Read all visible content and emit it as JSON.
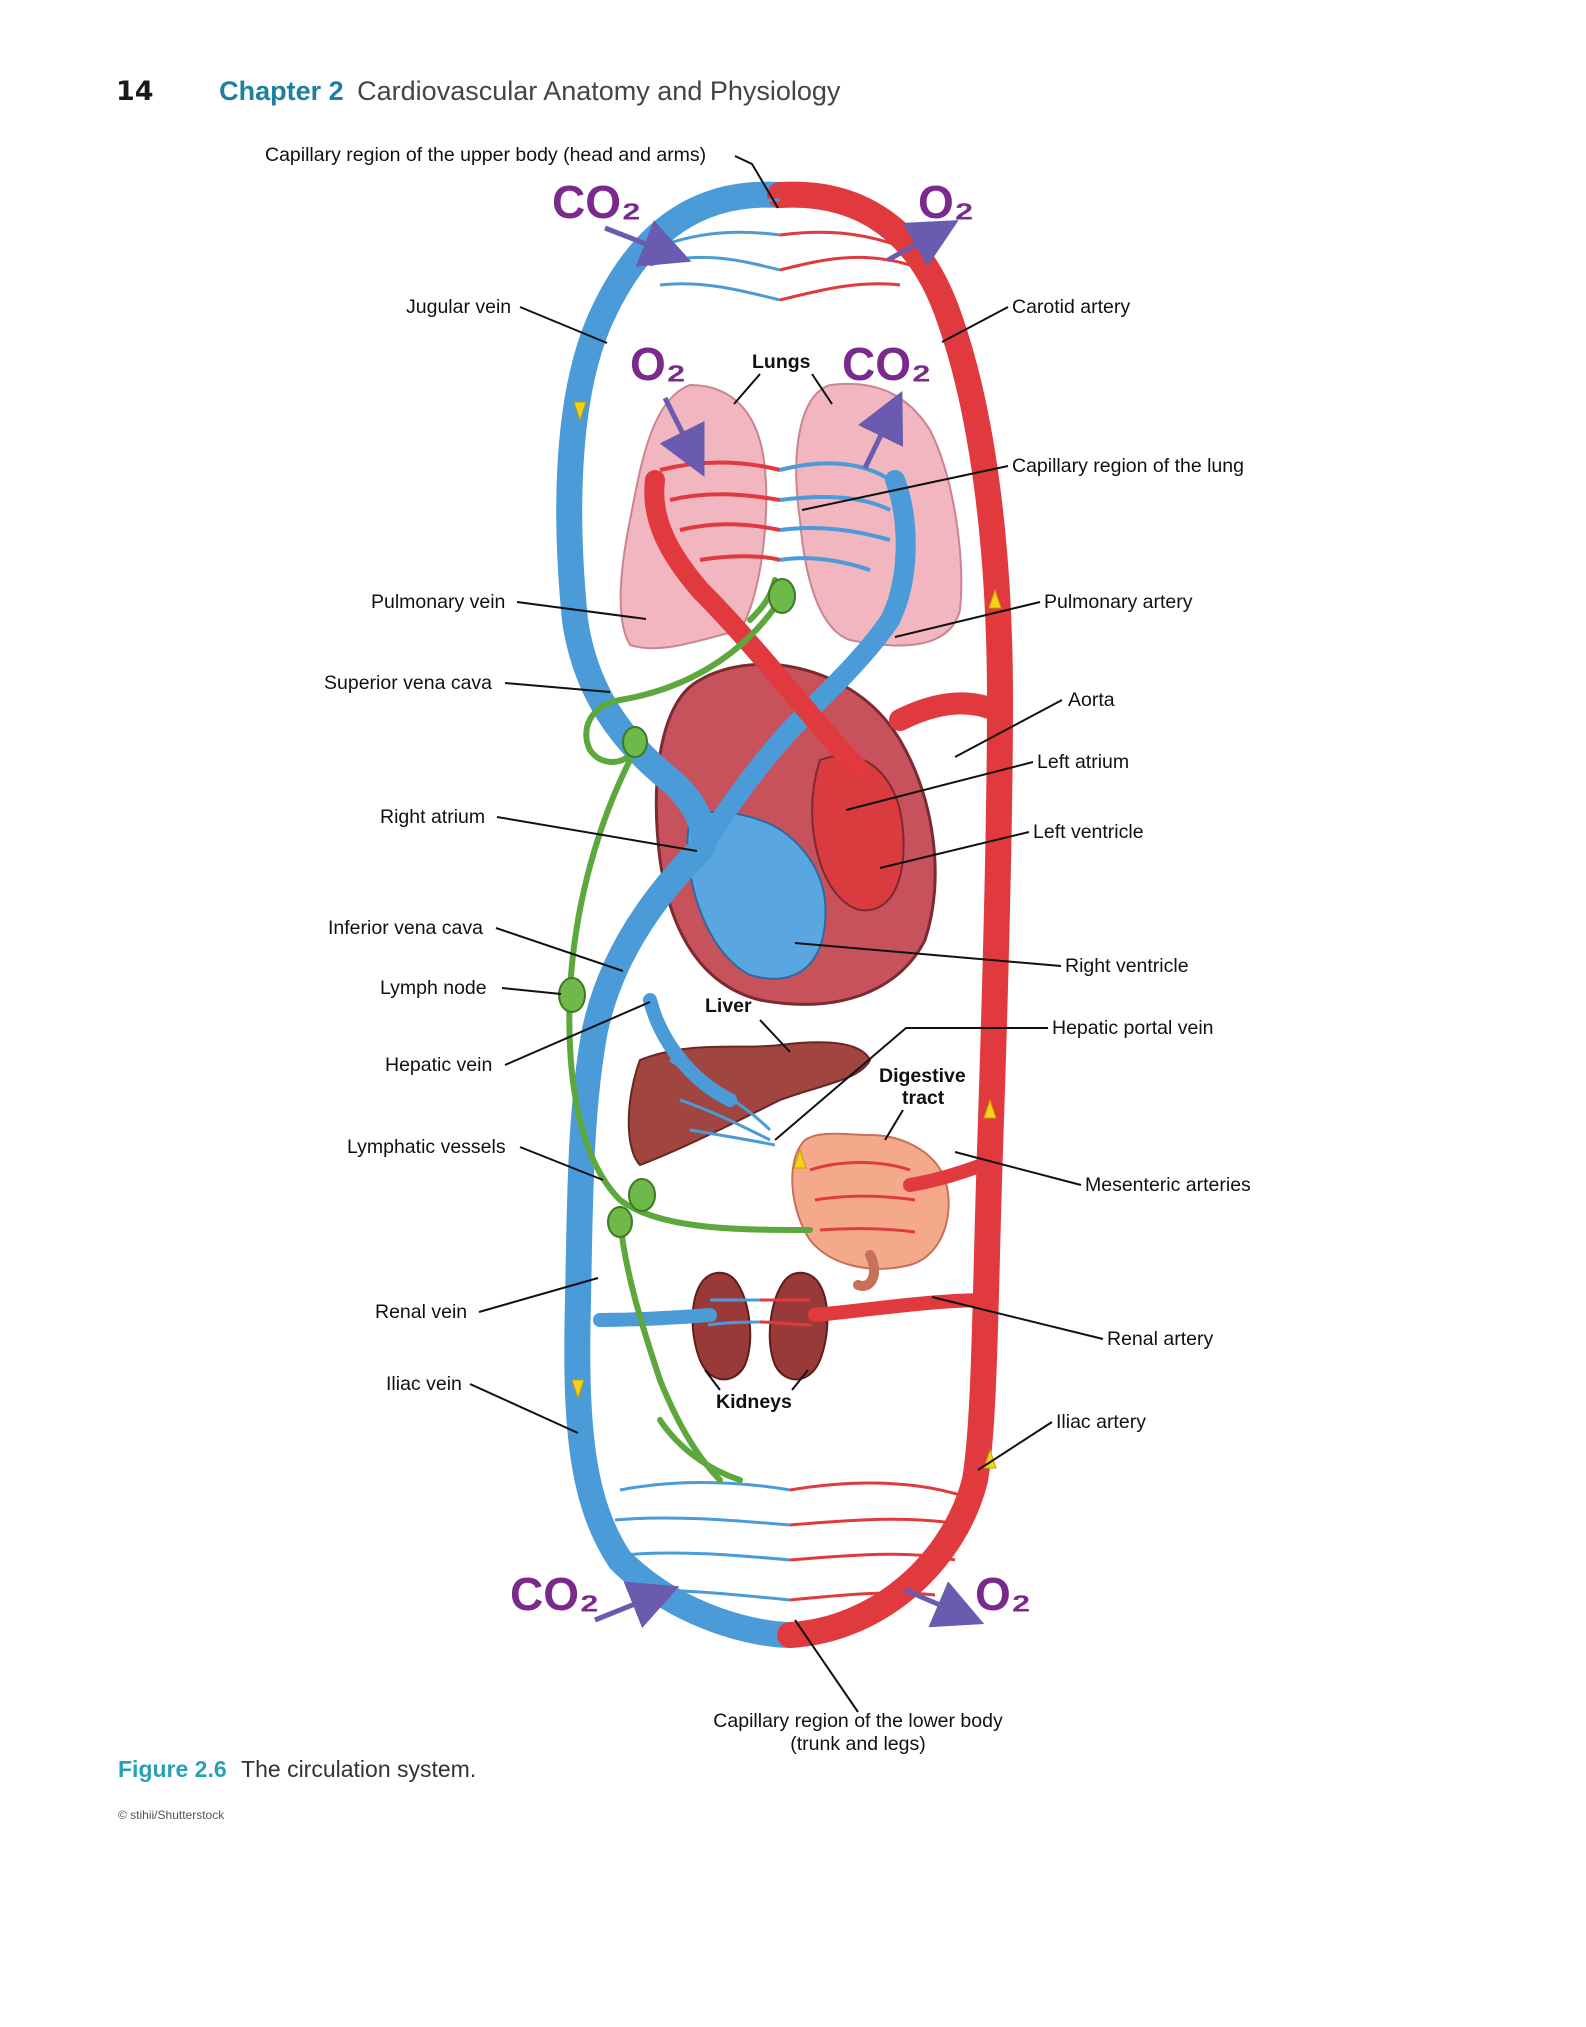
{
  "header": {
    "page_number": "14",
    "chapter_label": "Chapter 2",
    "chapter_title": "Cardiovascular Anatomy and Physiology"
  },
  "gases": {
    "co2_top": "CO₂",
    "o2_top": "O₂",
    "o2_lung": "O₂",
    "co2_lung": "CO₂",
    "co2_bottom": "CO₂",
    "o2_bottom": "O₂"
  },
  "organs": {
    "lungs": "Lungs",
    "liver": "Liver",
    "digestive_line1": "Digestive",
    "digestive_line2": "tract",
    "kidneys": "Kidneys"
  },
  "labels": {
    "cap_upper": "Capillary region of the upper body (head and arms)",
    "jugular": "Jugular vein",
    "carotid": "Carotid artery",
    "cap_lung": "Capillary region of the lung",
    "pulm_vein": "Pulmonary vein",
    "pulm_artery": "Pulmonary artery",
    "svc": "Superior vena cava",
    "aorta": "Aorta",
    "left_atrium": "Left atrium",
    "right_atrium": "Right atrium",
    "left_ventricle": "Left ventricle",
    "ivc": "Inferior vena cava",
    "right_ventricle": "Right ventricle",
    "lymph_node": "Lymph node",
    "hepatic_vein": "Hepatic vein",
    "hepatic_portal": "Hepatic portal vein",
    "lymph_vessels": "Lymphatic vessels",
    "mesenteric": "Mesenteric arteries",
    "renal_vein": "Renal vein",
    "renal_artery": "Renal artery",
    "iliac_vein": "Iliac vein",
    "iliac_artery": "Iliac artery",
    "cap_lower_1": "Capillary region of the lower body",
    "cap_lower_2": "(trunk and legs)"
  },
  "caption": {
    "label": "Figure 2.6",
    "text": "The circulation system.",
    "credit": "© stihii/Shutterstock"
  },
  "colors": {
    "artery": "#e03a3e",
    "vein": "#4a9bd8",
    "lymph": "#5ca83c",
    "flow_arrow": "#f5d21a",
    "gas_text": "#7a2a8c",
    "gas_arrow": "#6a5bb0",
    "lung": "#f2b6c0",
    "liver": "#a0453f",
    "heart": "#c8525c"
  }
}
